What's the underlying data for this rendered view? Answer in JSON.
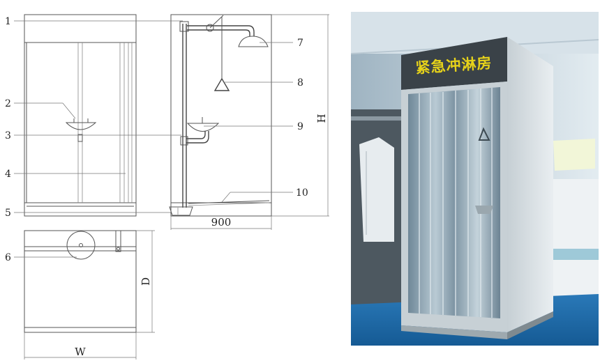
{
  "labels": {
    "l1": "1",
    "l2": "2",
    "l3": "3",
    "l4": "4",
    "l5": "5",
    "l6": "6",
    "l7": "7",
    "l8": "8",
    "l9": "9",
    "l10": "10"
  },
  "dimensions": {
    "height": "H",
    "depth": "D",
    "width": "W",
    "side_width": "900"
  },
  "photo": {
    "sign": "紧急冲淋房"
  },
  "colors": {
    "line": "#555555",
    "sign_text": "#e6d21a",
    "photo_floor": "#1f6fb0",
    "photo_wall": "#d9e6ee"
  }
}
